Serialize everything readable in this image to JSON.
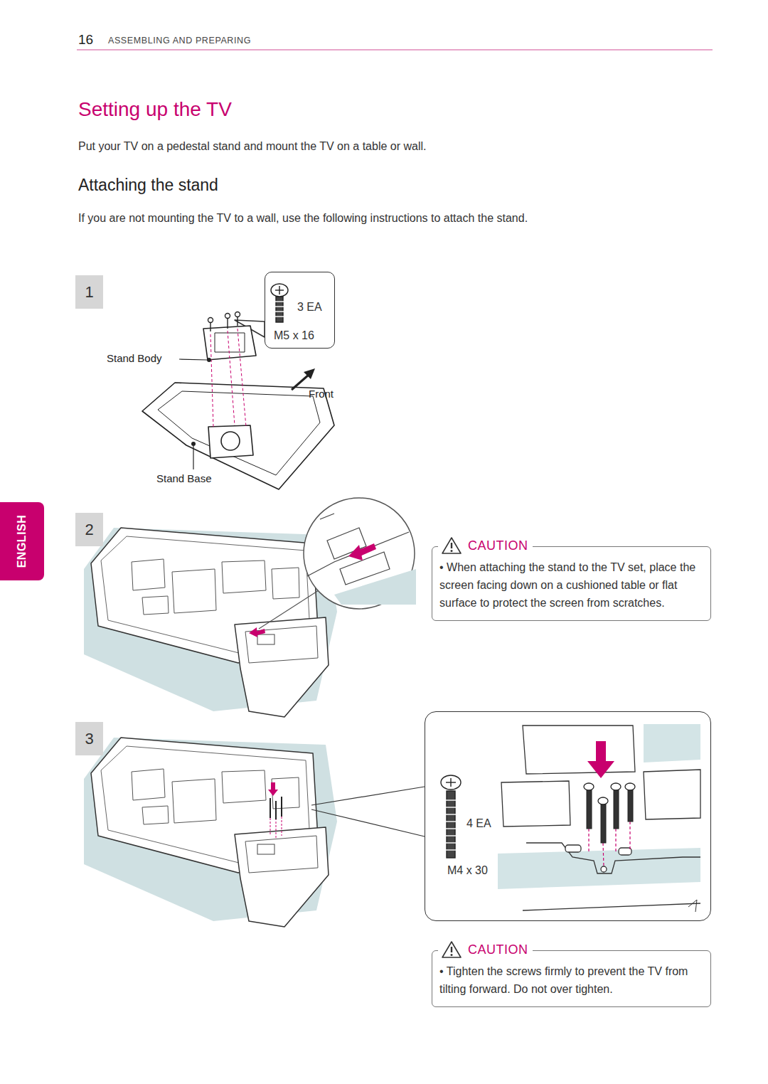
{
  "diagram": {
    "title": "Setting up the TV",
    "nodes": [
      {
        "text": [
          "1"
        ]
      },
      {
        "text": [
          "3 EA",
          "M5 x 16"
        ]
      },
      {
        "text": [
          "ENGLISH"
        ]
      },
      {
        "text": [
          "2"
        ]
      },
      {
        "text": [
          "CAUTION",
          "• When attaching the stand to the TV set, place the screen facing down on a cushioned table or flat surface to protect the screen from scratches."
        ]
      },
      {
        "text": [
          "3"
        ]
      },
      {
        "text": [
          "4 EA",
          "M4 x 30"
        ]
      },
      {
        "text": [
          "CAUTION",
          "• Tighten the screws firmly to prevent the TV from tilting forward. Do not over tighten."
        ]
      }
    ],
    "labels": [
      "16",
      "ASSEMBLING AND PREPARING",
      "Put your TV on a pedestal stand and mount the TV on a table or wall.",
      "Attaching the stand",
      "If you are not mounting the TV to a wall, use the following instructions to attach the stand.",
      "Stand Body",
      "Front",
      "Stand Base"
    ]
  }
}
